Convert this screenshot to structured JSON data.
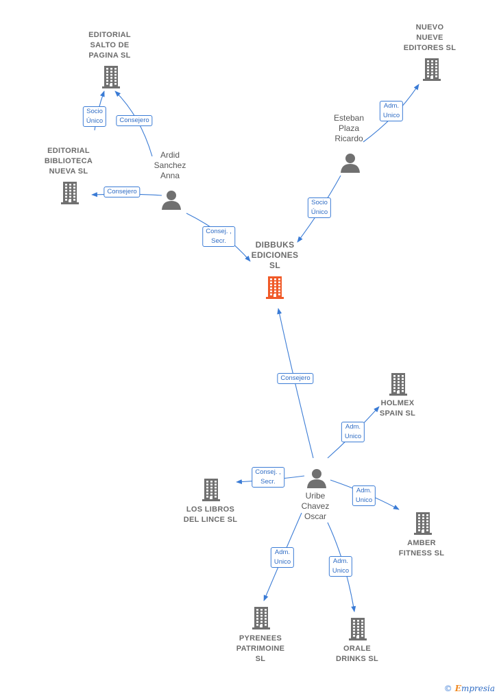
{
  "nodes": {
    "dibbuks": {
      "kind": "company",
      "main": true,
      "lines": [
        "DIBBUKS",
        "EDICIONES",
        "SL"
      ]
    },
    "salto": {
      "kind": "company",
      "lines": [
        "EDITORIAL",
        "SALTO DE",
        "PAGINA SL"
      ]
    },
    "biblioteca": {
      "kind": "company",
      "lines": [
        "EDITORIAL",
        "BIBLIOTECA",
        "NUEVA SL"
      ]
    },
    "nuevo": {
      "kind": "company",
      "lines": [
        "NUEVO",
        "NUEVE",
        "EDITORES  SL"
      ]
    },
    "holmex": {
      "kind": "company",
      "lines": [
        "HOLMEX",
        "SPAIN  SL"
      ]
    },
    "libros": {
      "kind": "company",
      "lines": [
        "LOS LIBROS",
        "DEL LINCE SL"
      ]
    },
    "amber": {
      "kind": "company",
      "lines": [
        "AMBER",
        "FITNESS  SL"
      ]
    },
    "pyrenees": {
      "kind": "company",
      "lines": [
        "PYRENEES",
        "PATRIMOINE",
        "SL"
      ]
    },
    "orale": {
      "kind": "company",
      "lines": [
        "ORALE",
        "DRINKS  SL"
      ]
    },
    "ardid": {
      "kind": "person",
      "lines": [
        "Ardid",
        "Sanchez",
        "Anna"
      ]
    },
    "esteban": {
      "kind": "person",
      "lines": [
        "Esteban",
        "Plaza",
        "Ricardo"
      ]
    },
    "uribe": {
      "kind": "person",
      "lines": [
        "Uribe",
        "Chavez",
        "Oscar"
      ]
    }
  },
  "edges": [
    {
      "from": "biblioteca",
      "to": "salto",
      "label": [
        "Socio",
        "Único"
      ]
    },
    {
      "from": "ardid",
      "to": "salto",
      "label": [
        "Consejero"
      ]
    },
    {
      "from": "ardid",
      "to": "biblioteca",
      "label": [
        "Consejero"
      ]
    },
    {
      "from": "ardid",
      "to": "dibbuks",
      "label": [
        "Consej. ,",
        "Secr."
      ]
    },
    {
      "from": "esteban",
      "to": "nuevo",
      "label": [
        "Adm.",
        "Unico"
      ]
    },
    {
      "from": "esteban",
      "to": "dibbuks",
      "label": [
        "Socio",
        "Único"
      ]
    },
    {
      "from": "uribe",
      "to": "dibbuks",
      "label": [
        "Consejero"
      ]
    },
    {
      "from": "uribe",
      "to": "holmex",
      "label": [
        "Adm.",
        "Unico"
      ]
    },
    {
      "from": "uribe",
      "to": "libros",
      "label": [
        "Consej. ,",
        "Secr."
      ]
    },
    {
      "from": "uribe",
      "to": "amber",
      "label": [
        "Adm.",
        "Unico"
      ]
    },
    {
      "from": "uribe",
      "to": "pyrenees",
      "label": [
        "Adm.",
        "Unico"
      ]
    },
    {
      "from": "uribe",
      "to": "orale",
      "label": [
        "Adm.",
        "Unico"
      ]
    }
  ],
  "colors": {
    "edge": "#3a7bd5",
    "company": "#707070",
    "main_company": "#f05a28",
    "person": "#707070"
  },
  "footer": {
    "copyright": "©",
    "brand_initial": "E",
    "brand_rest": "mpresia"
  }
}
